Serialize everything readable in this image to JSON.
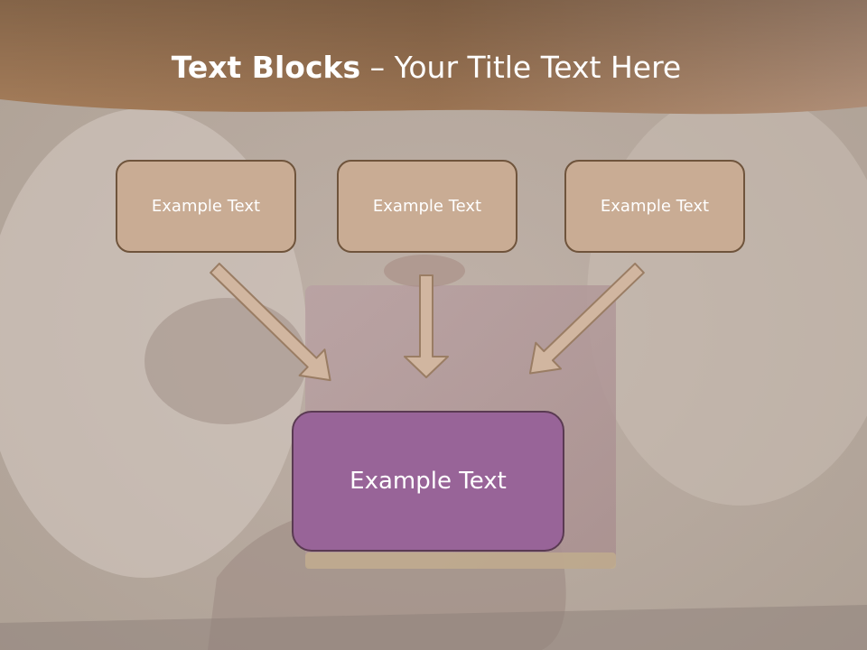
{
  "title": {
    "bold": "Text Blocks",
    "dash": " – ",
    "rest": "Your Title Text Here"
  },
  "blocks": {
    "top": [
      "Example Text",
      "Example Text",
      "Example Text"
    ],
    "center": "Example Text"
  },
  "colors": {
    "header_band": "#a57f5e",
    "top_box_fill": "#c9ac94",
    "top_box_border": "#6f543c",
    "center_box_fill": "#986498",
    "arrow_fill": "#d1b6a0",
    "arrow_stroke": "#9a7d64"
  }
}
